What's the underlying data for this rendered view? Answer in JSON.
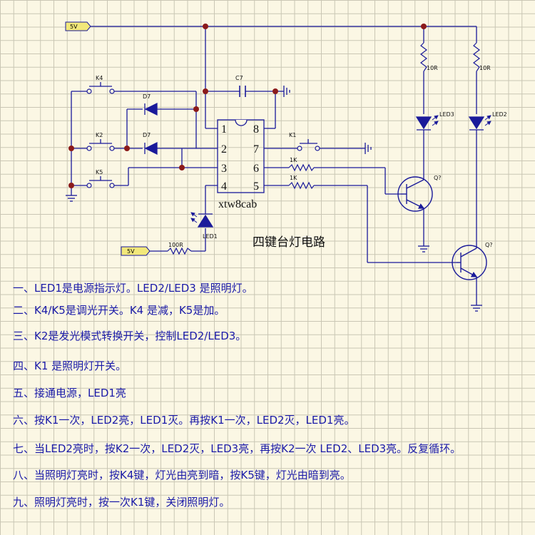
{
  "schematic": {
    "title": "四键台灯电路",
    "chip_label": "xtw8cab",
    "pins": [
      "1",
      "2",
      "3",
      "4",
      "8",
      "7",
      "6",
      "5"
    ],
    "power_tags": [
      "5V",
      "5V"
    ],
    "labels": {
      "k4": "K4",
      "k2": "K2",
      "k5": "K5",
      "k1": "K1",
      "d7a": "D7",
      "d7b": "D7",
      "c7": "C7",
      "r1k_a": "1K",
      "r1k_b": "1K",
      "r10_a": "10R",
      "r10_b": "10R",
      "r100": "100R",
      "led1": "LED1",
      "led2": "LED2",
      "led3": "LED3",
      "q_a": "Q?",
      "q_b": "Q?"
    },
    "colors": {
      "wire": "#1a1a9a",
      "junction": "#8b1a1a",
      "component": "#1a1a9a",
      "tag_fill": "#f2e87a"
    }
  },
  "notes": [
    "一、LED1是电源指示灯。LED2/LED3 是照明灯。",
    "二、K4/K5是调光开关。K4 是减，K5是加。",
    "三、K2是发光模式转换开关，控制LED2/LED3。",
    "四、K1 是照明灯开关。",
    "五、接通电源，LED1亮",
    "六、按K1一次，LED2亮，LED1灭。再按K1一次，LED2灭，LED1亮。",
    "七、当LED2亮时，按K2一次，LED2灭，LED3亮，再按K2一次 LED2、LED3亮。反复循环。",
    "八、当照明灯亮时，按K4键，灯光由亮到暗，按K5键，灯光由暗到亮。",
    "九、照明灯亮时，按一次K1键，关闭照明灯。"
  ]
}
